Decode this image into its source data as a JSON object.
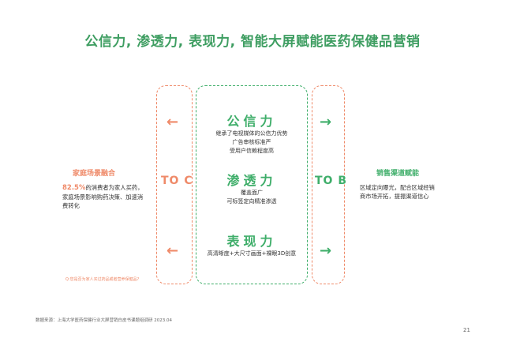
{
  "title": "公信力, 渗透力, 表现力, 智能大屏赋能医药保健品营销",
  "left": {
    "heading": "家庭场景融合",
    "percent": "82.5%",
    "text_after_percent": "的消费者为家人买药，",
    "line2": "家庭场景影响购药决策、加速消",
    "line3": "费转化",
    "question": "Q:您是否为家人买过药品或者营养保健品?"
  },
  "left_to": "TO C",
  "right_to": "TO B",
  "right": {
    "heading": "销售渠道赋能",
    "line1": "区域定向曝光，配合区域经销",
    "line2": "商市场开拓，提振渠道信心"
  },
  "center": {
    "credibility": {
      "title": "公信力",
      "lines": [
        "继承了电视媒体的公信力优势",
        "广告审核标准严",
        "受用户信赖程度高"
      ]
    },
    "penetration": {
      "title": "渗透力",
      "lines": [
        "覆盖面广",
        "可标签定向精准渗透"
      ]
    },
    "expression": {
      "title": "表现力",
      "lines": [
        "高清晰度+大尺寸画面+裸眼3D创意"
      ]
    }
  },
  "arrows": {
    "left": "←",
    "right": "→"
  },
  "colors": {
    "green": "#3fae6a",
    "orange": "#ef8a69",
    "title_green": "#3f9e62"
  },
  "source": "数据来源：上海大学医药保健行业大屏营销白皮书课题组调研 2023.04",
  "page_number": "21"
}
